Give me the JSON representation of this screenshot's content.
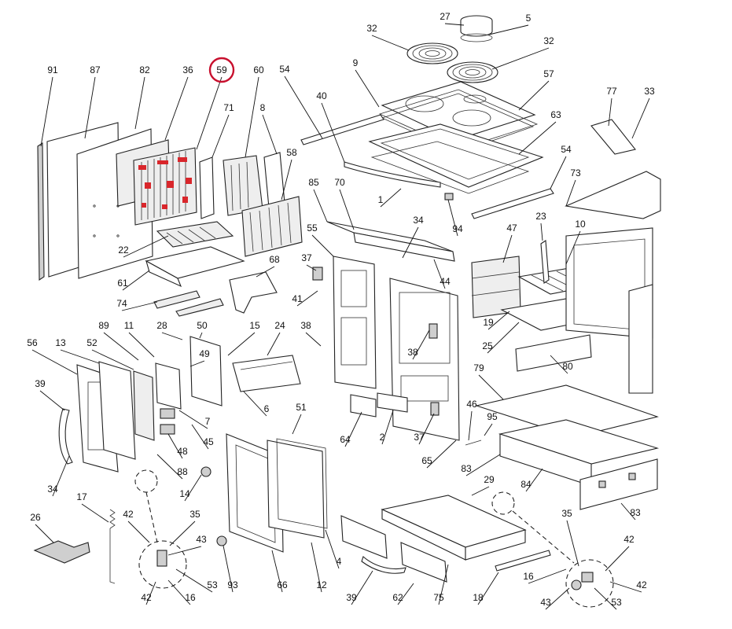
{
  "diagram": {
    "highlighted_part": "59",
    "accent_color": "#c8102e",
    "callouts": [
      {
        "id": "c27",
        "label": "27"
      },
      {
        "id": "c5",
        "label": "5"
      },
      {
        "id": "c32a",
        "label": "32"
      },
      {
        "id": "c32b",
        "label": "32"
      },
      {
        "id": "c9",
        "label": "9"
      },
      {
        "id": "c57",
        "label": "57"
      },
      {
        "id": "c63",
        "label": "63"
      },
      {
        "id": "c40",
        "label": "40"
      },
      {
        "id": "c54a",
        "label": "54"
      },
      {
        "id": "c54b",
        "label": "54"
      },
      {
        "id": "c1",
        "label": "1"
      },
      {
        "id": "c94",
        "label": "94"
      },
      {
        "id": "c77",
        "label": "77"
      },
      {
        "id": "c33",
        "label": "33"
      },
      {
        "id": "c73",
        "label": "73"
      },
      {
        "id": "c91",
        "label": "91"
      },
      {
        "id": "c87",
        "label": "87"
      },
      {
        "id": "c82",
        "label": "82"
      },
      {
        "id": "c36",
        "label": "36"
      },
      {
        "id": "c59",
        "label": "59"
      },
      {
        "id": "c60",
        "label": "60"
      },
      {
        "id": "c71",
        "label": "71"
      },
      {
        "id": "c8",
        "label": "8"
      },
      {
        "id": "c58",
        "label": "58"
      },
      {
        "id": "c85",
        "label": "85"
      },
      {
        "id": "c70",
        "label": "70"
      },
      {
        "id": "c34a",
        "label": "34"
      },
      {
        "id": "c55",
        "label": "55"
      },
      {
        "id": "c44",
        "label": "44"
      },
      {
        "id": "c47",
        "label": "47"
      },
      {
        "id": "c23",
        "label": "23"
      },
      {
        "id": "c10",
        "label": "10"
      },
      {
        "id": "c22",
        "label": "22"
      },
      {
        "id": "c61",
        "label": "61"
      },
      {
        "id": "c68",
        "label": "68"
      },
      {
        "id": "c74",
        "label": "74"
      },
      {
        "id": "c37a",
        "label": "37"
      },
      {
        "id": "c41",
        "label": "41"
      },
      {
        "id": "c19",
        "label": "19"
      },
      {
        "id": "c25",
        "label": "25"
      },
      {
        "id": "c80",
        "label": "80"
      },
      {
        "id": "c89",
        "label": "89"
      },
      {
        "id": "c11",
        "label": "11"
      },
      {
        "id": "c28",
        "label": "28"
      },
      {
        "id": "c50",
        "label": "50"
      },
      {
        "id": "c15",
        "label": "15"
      },
      {
        "id": "c24",
        "label": "24"
      },
      {
        "id": "c38a",
        "label": "38"
      },
      {
        "id": "c38b",
        "label": "38"
      },
      {
        "id": "c56",
        "label": "56"
      },
      {
        "id": "c13",
        "label": "13"
      },
      {
        "id": "c52",
        "label": "52"
      },
      {
        "id": "c49",
        "label": "49"
      },
      {
        "id": "c6",
        "label": "6"
      },
      {
        "id": "c79",
        "label": "79"
      },
      {
        "id": "c39a",
        "label": "39"
      },
      {
        "id": "c7",
        "label": "7"
      },
      {
        "id": "c48",
        "label": "48"
      },
      {
        "id": "c45",
        "label": "45"
      },
      {
        "id": "c51",
        "label": "51"
      },
      {
        "id": "c64",
        "label": "64"
      },
      {
        "id": "c2",
        "label": "2"
      },
      {
        "id": "c37b",
        "label": "37"
      },
      {
        "id": "c46",
        "label": "46"
      },
      {
        "id": "c95",
        "label": "95"
      },
      {
        "id": "c65",
        "label": "65"
      },
      {
        "id": "c83a",
        "label": "83"
      },
      {
        "id": "c88",
        "label": "88"
      },
      {
        "id": "c34b",
        "label": "34"
      },
      {
        "id": "c14",
        "label": "14"
      },
      {
        "id": "c29",
        "label": "29"
      },
      {
        "id": "c84",
        "label": "84"
      },
      {
        "id": "c17",
        "label": "17"
      },
      {
        "id": "c83b",
        "label": "83"
      },
      {
        "id": "c26",
        "label": "26"
      },
      {
        "id": "c42a",
        "label": "42"
      },
      {
        "id": "c35a",
        "label": "35"
      },
      {
        "id": "c43a",
        "label": "43"
      },
      {
        "id": "c35b",
        "label": "35"
      },
      {
        "id": "c42b",
        "label": "42"
      },
      {
        "id": "c93",
        "label": "93"
      },
      {
        "id": "c66",
        "label": "66"
      },
      {
        "id": "c12",
        "label": "12"
      },
      {
        "id": "c4",
        "label": "4"
      },
      {
        "id": "c16a",
        "label": "16"
      },
      {
        "id": "c42c",
        "label": "42"
      },
      {
        "id": "c53a",
        "label": "53"
      },
      {
        "id": "c42d",
        "label": "42"
      },
      {
        "id": "c16b",
        "label": "16"
      },
      {
        "id": "c39b",
        "label": "39"
      },
      {
        "id": "c62",
        "label": "62"
      },
      {
        "id": "c75",
        "label": "75"
      },
      {
        "id": "c18",
        "label": "18"
      },
      {
        "id": "c43b",
        "label": "43"
      },
      {
        "id": "c53b",
        "label": "53"
      }
    ]
  }
}
